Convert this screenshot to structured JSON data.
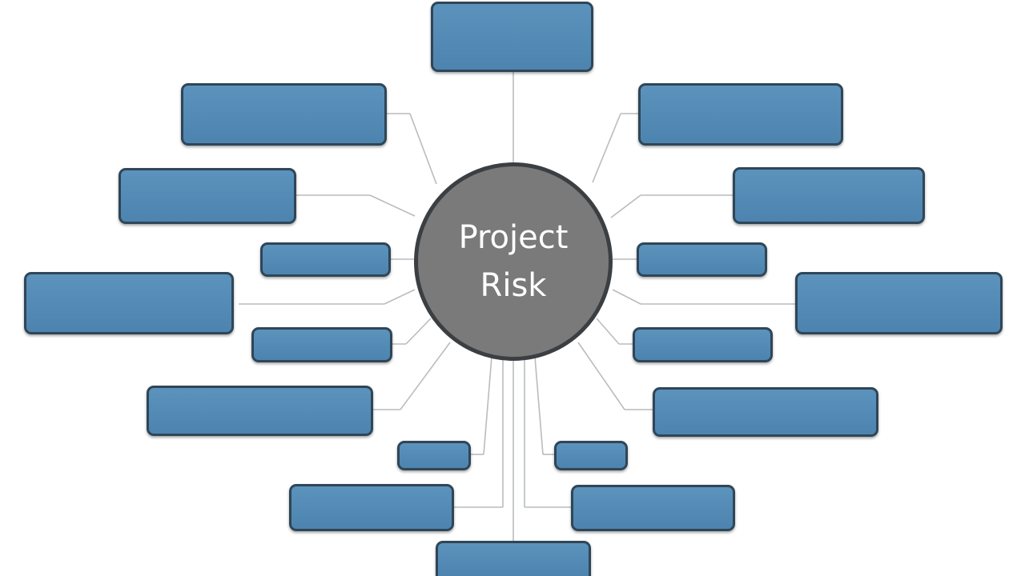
{
  "center": {
    "title": "Project\nRisk"
  },
  "nodes": [
    {
      "id": "top",
      "lines": [
        "",
        ""
      ]
    },
    {
      "id": "upper-left-1",
      "lines": [
        "",
        ""
      ]
    },
    {
      "id": "upper-right-1",
      "lines": [
        "",
        ""
      ]
    },
    {
      "id": "left-2",
      "lines": [
        "",
        ""
      ]
    },
    {
      "id": "right-2",
      "lines": [
        "",
        ""
      ]
    },
    {
      "id": "left-3",
      "lines": [
        ""
      ]
    },
    {
      "id": "right-3",
      "lines": [
        ""
      ]
    },
    {
      "id": "left-4",
      "lines": [
        "",
        ""
      ]
    },
    {
      "id": "right-4",
      "lines": [
        "",
        ""
      ]
    },
    {
      "id": "left-5",
      "lines": [
        ""
      ]
    },
    {
      "id": "right-5",
      "lines": [
        ""
      ]
    },
    {
      "id": "left-6",
      "lines": [
        "",
        ""
      ]
    },
    {
      "id": "right-6",
      "lines": [
        "",
        ""
      ]
    },
    {
      "id": "lower-left-small",
      "lines": [
        ""
      ]
    },
    {
      "id": "lower-right-small",
      "lines": [
        ""
      ]
    },
    {
      "id": "lower-left",
      "lines": [
        "",
        ""
      ]
    },
    {
      "id": "lower-right",
      "lines": [
        "",
        ""
      ]
    },
    {
      "id": "bottom",
      "lines": [
        "",
        ""
      ]
    }
  ]
}
